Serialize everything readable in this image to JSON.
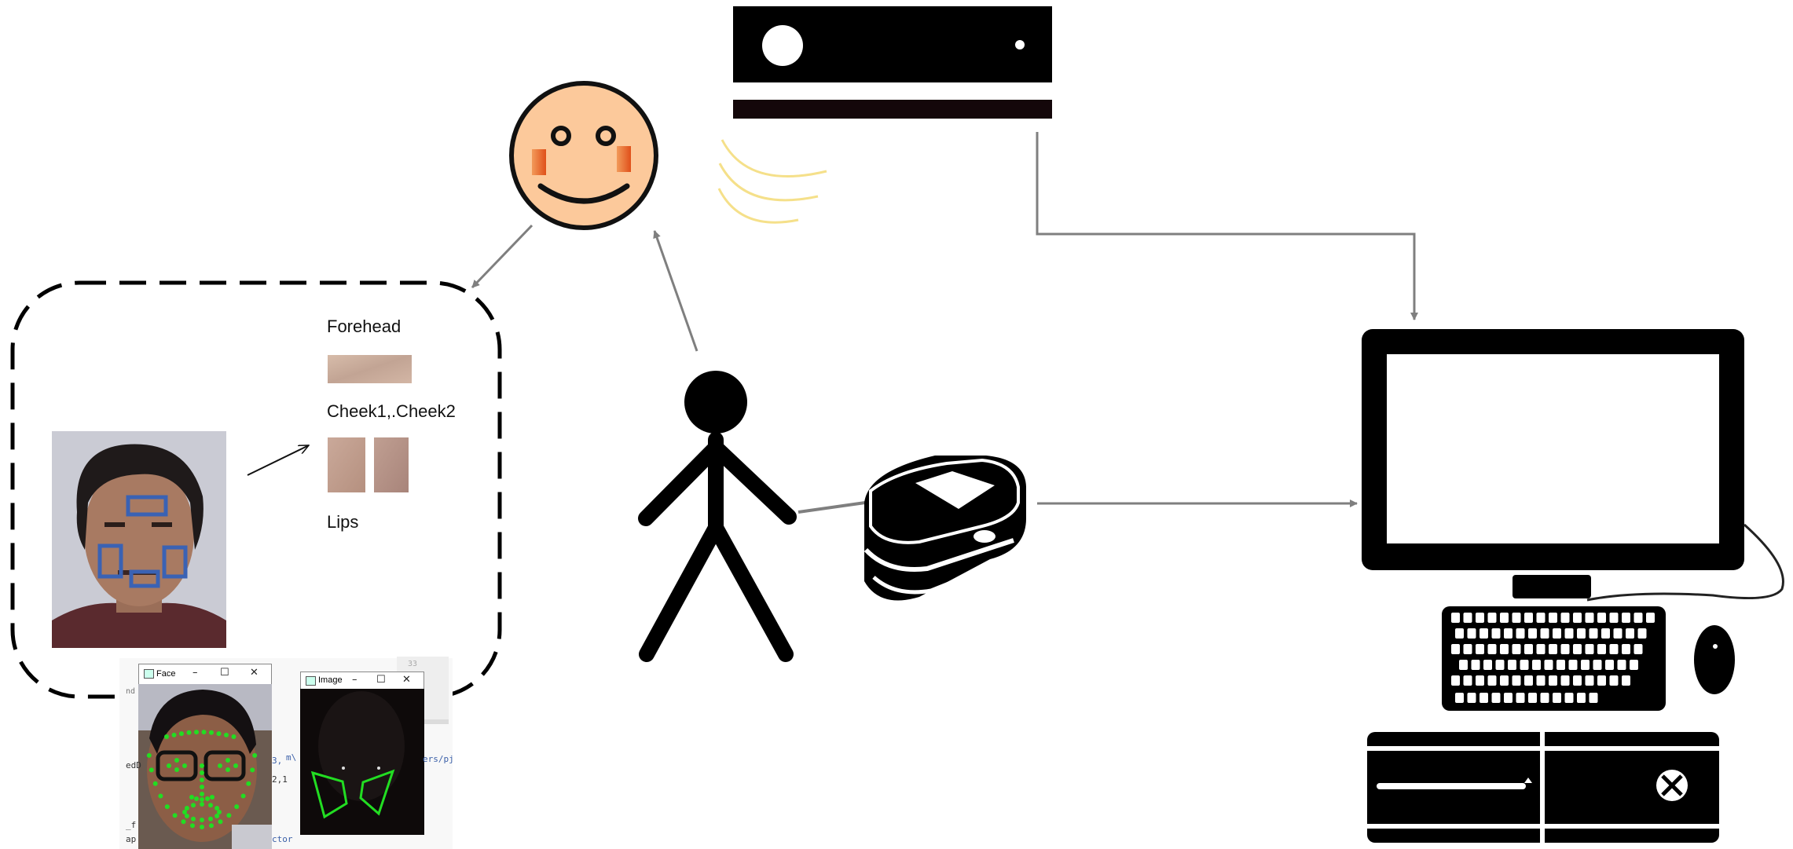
{
  "roi_labels": {
    "forehead": "Forehead",
    "cheeks": "Cheek1,.Cheek2",
    "lips": "Lips"
  },
  "windows": {
    "face": {
      "title": "Face"
    },
    "image": {
      "title": "Image"
    }
  },
  "window_controls": {
    "minimize": "–",
    "maximize": "☐",
    "close": "✕"
  },
  "background_code_fragments": [
    "33",
    "nd",
    "3,",
    "ers/pj",
    "m\\",
    "2,1",
    "edD",
    "ap",
    "ctor",
    "_f"
  ],
  "icons": [
    "smiley-face-icon",
    "kinect-sensor-icon",
    "stick-figure-person-icon",
    "pulse-oximeter-icon",
    "desktop-computer-icon",
    "keyboard-icon",
    "mouse-icon",
    "xbox-console-icon"
  ],
  "colors": {
    "arrow": "#7f7f7f",
    "face_fill": "#fcc99b",
    "cheek": "#e8641e",
    "signal_waves": "#f5e08a",
    "roi_box": "#3a62b4",
    "landmarks": "#22dd22",
    "skin_patch": "#c9ad9c"
  }
}
